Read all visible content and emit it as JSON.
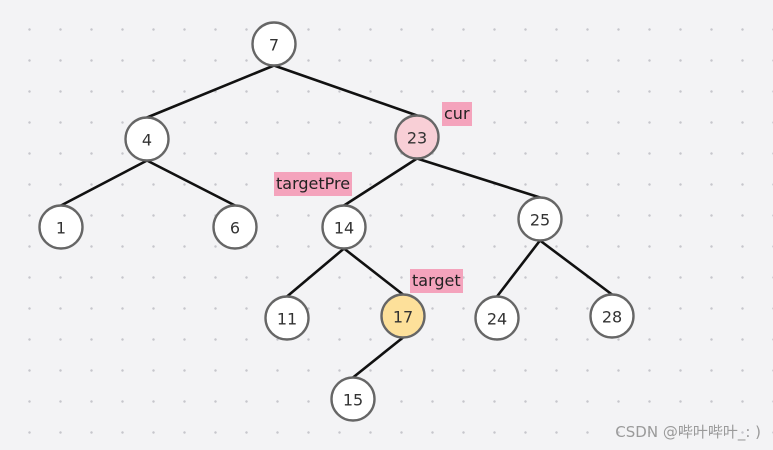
{
  "tree": {
    "nodes": [
      {
        "id": "n7",
        "label": "7",
        "fill": "#ffffff"
      },
      {
        "id": "n4",
        "label": "4",
        "fill": "#ffffff"
      },
      {
        "id": "n23",
        "label": "23",
        "fill": "#f8cfd6"
      },
      {
        "id": "n1",
        "label": "1",
        "fill": "#ffffff"
      },
      {
        "id": "n6",
        "label": "6",
        "fill": "#ffffff"
      },
      {
        "id": "n14",
        "label": "14",
        "fill": "#ffffff"
      },
      {
        "id": "n25",
        "label": "25",
        "fill": "#ffffff"
      },
      {
        "id": "n11",
        "label": "11",
        "fill": "#ffffff"
      },
      {
        "id": "n17",
        "label": "17",
        "fill": "#fde09a"
      },
      {
        "id": "n24",
        "label": "24",
        "fill": "#ffffff"
      },
      {
        "id": "n28",
        "label": "28",
        "fill": "#ffffff"
      },
      {
        "id": "n15",
        "label": "15",
        "fill": "#ffffff"
      }
    ],
    "edges": [
      [
        "n7",
        "n4"
      ],
      [
        "n7",
        "n23"
      ],
      [
        "n4",
        "n1"
      ],
      [
        "n4",
        "n6"
      ],
      [
        "n23",
        "n14"
      ],
      [
        "n23",
        "n25"
      ],
      [
        "n14",
        "n11"
      ],
      [
        "n14",
        "n17"
      ],
      [
        "n25",
        "n24"
      ],
      [
        "n25",
        "n28"
      ],
      [
        "n17",
        "n15"
      ]
    ]
  },
  "tags": {
    "cur": {
      "text": "cur",
      "points_to": "n23"
    },
    "target_pre": {
      "text": "targetPre",
      "points_to": "n14"
    },
    "target": {
      "text": "target",
      "points_to": "n17"
    }
  },
  "colors": {
    "tag_background": "#f4a3bc",
    "highlight_current": "#f8cfd6",
    "highlight_target": "#fde09a"
  },
  "watermark": "CSDN @哔叶哔叶_: )"
}
